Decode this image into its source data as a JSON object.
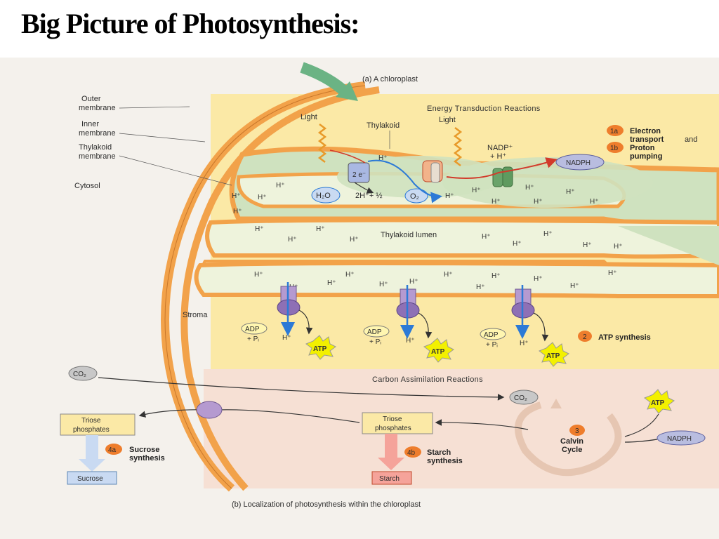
{
  "slide": {
    "title": "Big Picture of Photosynthesis:"
  },
  "figure": {
    "part_a_caption": "(a) A chloroplast",
    "part_b_caption": "(b) Localization of photosynthesis within the chloroplast",
    "energy_section_title": "Energy Transduction Reactions",
    "carbon_section_title": "Carbon Assimilation Reactions",
    "labels": {
      "outer_membrane_1": "Outer",
      "outer_membrane_2": "membrane",
      "inner_membrane_1": "Inner",
      "inner_membrane_2": "membrane",
      "thylakoid_membrane_1": "Thylakoid",
      "thylakoid_membrane_2": "membrane",
      "cytosol": "Cytosol",
      "stroma": "Stroma",
      "thylakoid": "Thylakoid",
      "thylakoid_lumen": "Thylakoid lumen",
      "light_1": "Light",
      "light_2": "Light",
      "h2o": "H₂O",
      "water_split": "2H⁺+ ½",
      "o2": "O₂",
      "two_e": "2 e⁻",
      "nadp": "NADP⁺",
      "nadp_h": "+ H⁺",
      "nadph": "NADPH"
    },
    "steps": {
      "s1a_badge": "1a",
      "s1a_text1": "Electron",
      "s1a_text2": "transport",
      "s1a_and": "and",
      "s1b_badge": "1b",
      "s1b_text1": "Proton",
      "s1b_text2": "pumping",
      "s2_badge": "2",
      "s2_text": "ATP synthesis",
      "s3_badge": "3",
      "s3_text1": "Calvin",
      "s3_text2": "Cycle",
      "s4a_badge": "4a",
      "s4a_text1": "Sucrose",
      "s4a_text2": "synthesis",
      "s4b_badge": "4b",
      "s4b_text1": "Starch",
      "s4b_text2": "synthesis"
    },
    "atp_synthase": {
      "adp": "ADP",
      "plus_pi": "+ Pᵢ",
      "h_out": "H⁺",
      "atp": "ATP"
    },
    "carbon": {
      "co2_cytosol": "CO₂",
      "co2_stroma": "CO₂",
      "triose_cytosol_1": "Triose",
      "triose_cytosol_2": "phosphates",
      "triose_stroma_1": "Triose",
      "triose_stroma_2": "phosphates",
      "sucrose": "Sucrose",
      "starch": "Starch",
      "atp": "ATP",
      "nadph": "NADPH"
    },
    "proton": "H⁺"
  },
  "colors": {
    "membrane_orange": "#f2a24a",
    "energy_bg": "#fbe9a6",
    "carbon_bg": "#f6e0d4",
    "stroma_green": "#cfe2bf",
    "lumen": "#eef3dc",
    "badge_orange": "#ee7d2c",
    "nadph_fill": "#b9bde0",
    "atp_star": "#f3f000",
    "arrow_blue": "#2c7ad6",
    "arrow_red": "#d23a2a"
  }
}
